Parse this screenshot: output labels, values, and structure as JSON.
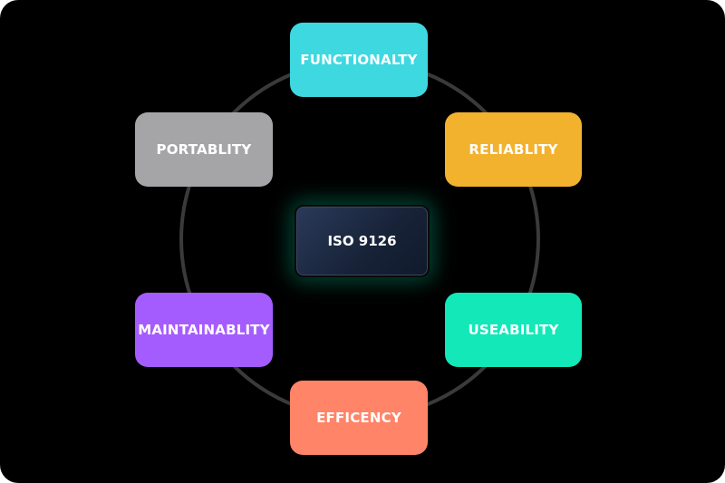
{
  "diagram": {
    "center": {
      "label": "ISO 9126"
    },
    "nodes": [
      {
        "id": "functionality",
        "label": "FUNCTIONALTY",
        "color": "#3ED8E0"
      },
      {
        "id": "reliability",
        "label": "RELIABLITY",
        "color": "#F2B22E"
      },
      {
        "id": "useability",
        "label": "USEABILITY",
        "color": "#12E8B8"
      },
      {
        "id": "efficiency",
        "label": "EFFICENCY",
        "color": "#FF8468"
      },
      {
        "id": "maintainability",
        "label": "MAINTAINABLITY",
        "color": "#A55CFF"
      },
      {
        "id": "portability",
        "label": "PORTABLITY",
        "color": "#A5A5A7"
      }
    ],
    "ring_color": "#3A3A3A",
    "background_color": "#000000"
  }
}
